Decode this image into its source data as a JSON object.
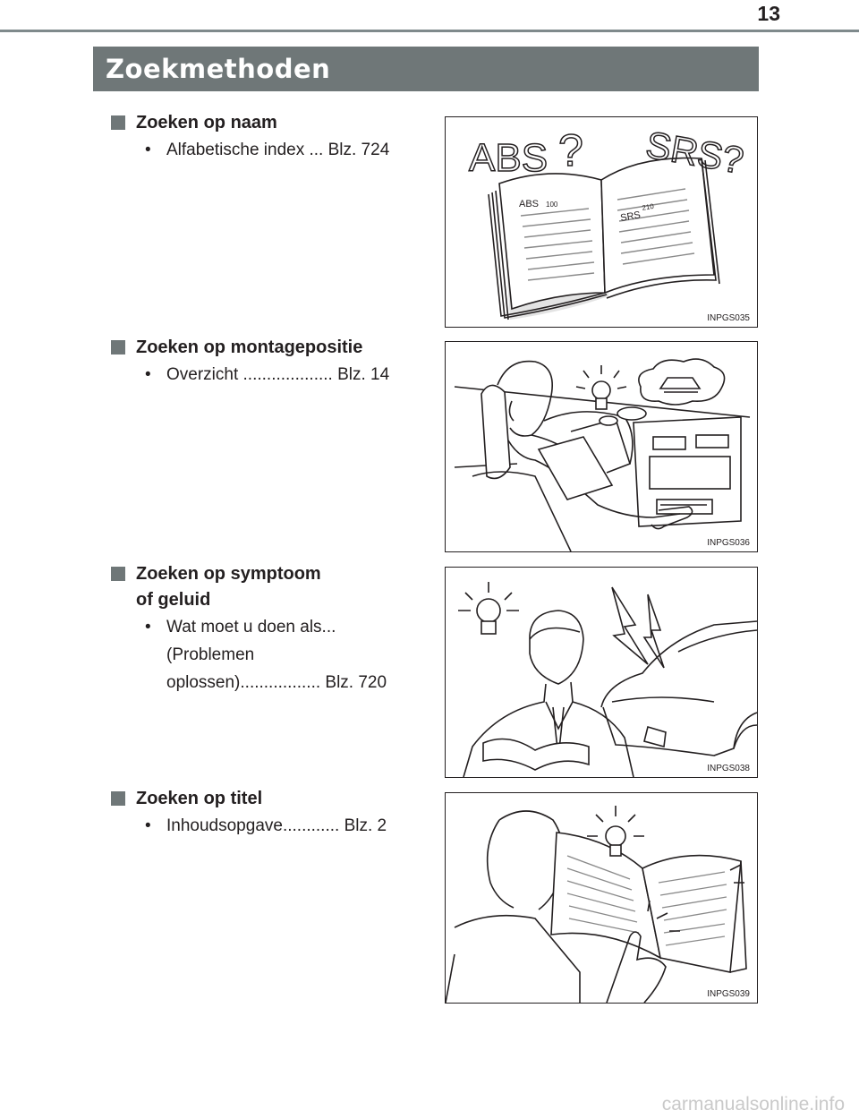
{
  "page_number": "13",
  "section_title": "Zoekmethoden",
  "entries": [
    {
      "heading": "Zoeken op naam",
      "item_text": "Alfabetische index ... Blz. 724",
      "figure_code": "INPGS035",
      "figure_labels": [
        "ABS",
        "?",
        "SRS?",
        "ABS",
        "100",
        "SRS",
        "210"
      ]
    },
    {
      "heading": "Zoeken op montagepositie",
      "item_text": "Overzicht ................... Blz. 14",
      "figure_code": "INPGS036"
    },
    {
      "heading": "Zoeken op symptoom\nof geluid",
      "item_text": "Wat moet u doen als...\n(Problemen\noplossen)................. Blz. 720",
      "figure_code": "INPGS038"
    },
    {
      "heading": "Zoeken op titel",
      "item_text": "Inhoudsopgave............ Blz. 2",
      "figure_code": "INPGS039"
    }
  ],
  "bullet_glyph": "•",
  "watermark": "carmanualsonline.info",
  "colors": {
    "title_bar": "#6f7778",
    "rule": "#7f8a8c",
    "text": "#231f20"
  }
}
